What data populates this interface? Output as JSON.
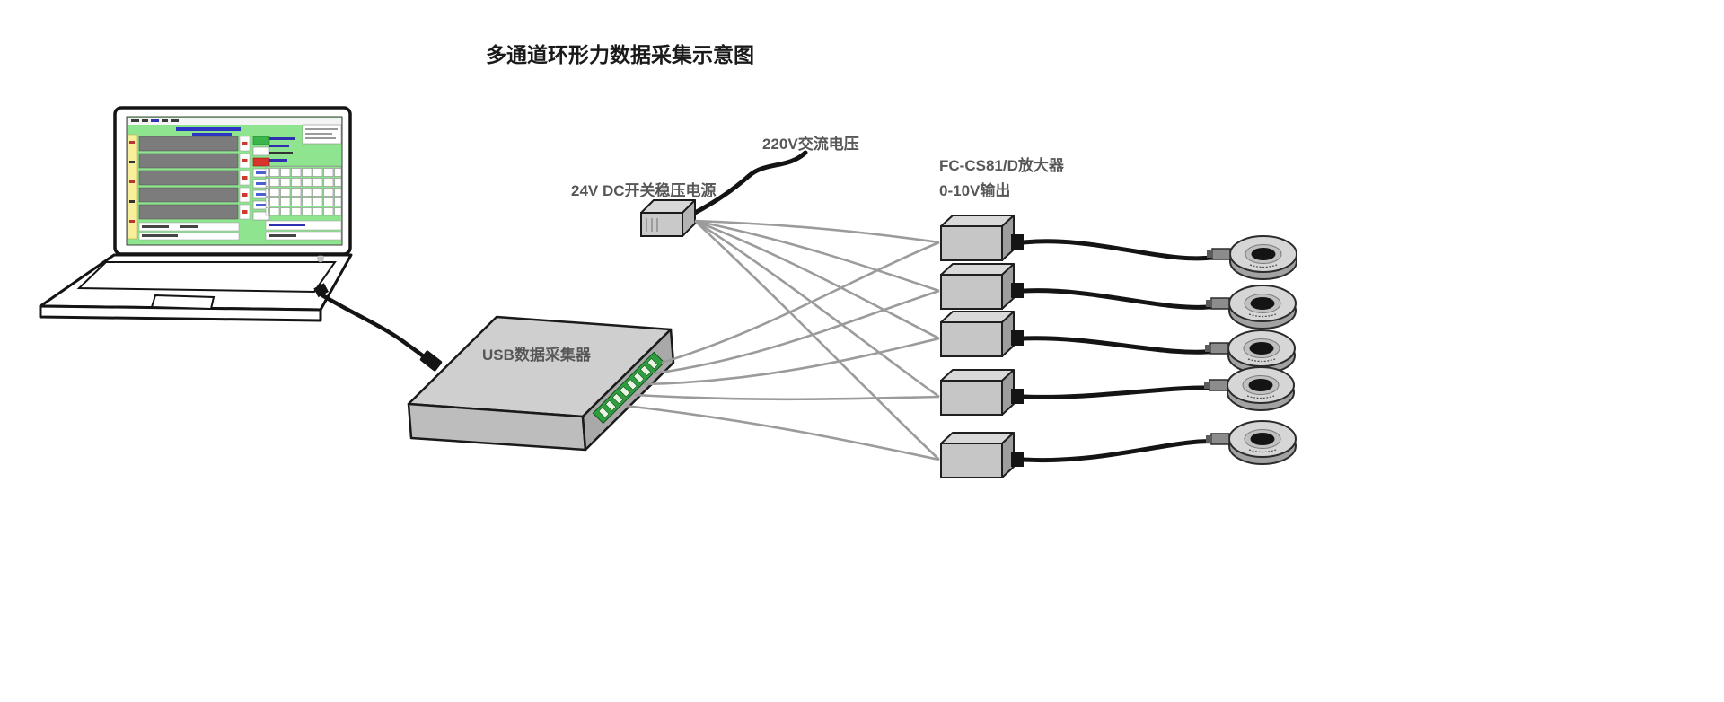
{
  "title": "多通道环形力数据采集示意图",
  "labels": {
    "ac_input": "220V交流电压",
    "dc_supply": "24V DC开关稳压电源",
    "usb_daq": "USB数据采集器",
    "amplifier_model": "FC-CS81/D放大器",
    "amplifier_output": "0-10V输出"
  },
  "counts": {
    "amplifiers": 5,
    "load_cells": 5,
    "dc_power_cables": 5,
    "signal_cables": 5,
    "sensor_cables": 5
  },
  "colors": {
    "background": "#ffffff",
    "title_text": "#1a1a1a",
    "label_text": "#575757",
    "box_fill": "#cfcfcf",
    "cable_signal": "#9b9b9b",
    "cable_power": "#141414",
    "connector_green": "#2f9e3f",
    "screen_green": "#8fe48f"
  }
}
